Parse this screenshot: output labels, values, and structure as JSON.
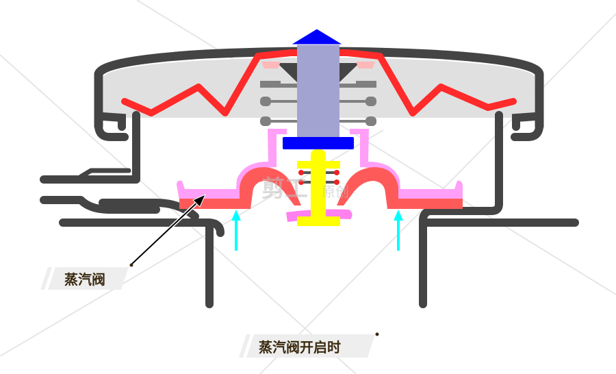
{
  "diagram": {
    "labels": {
      "steam_valve": "蒸汽阀",
      "steam_valve_open": "蒸汽阀开启时"
    },
    "watermark": {
      "main": "剪工",
      "sub": "原创"
    },
    "colors": {
      "housing": "#444444",
      "cap_fill": "#e0e0e0",
      "spring": "#ff2a2a",
      "stem": "#a3a3d2",
      "flow_arrow": "#0000ff",
      "plate": "#0000ff",
      "diaphragm_outer": "#ff9ff8",
      "diaphragm_inner": "#ff5a5a",
      "valve_stem": "#ffff00",
      "pressure_arrows": "#00ffff"
    }
  }
}
